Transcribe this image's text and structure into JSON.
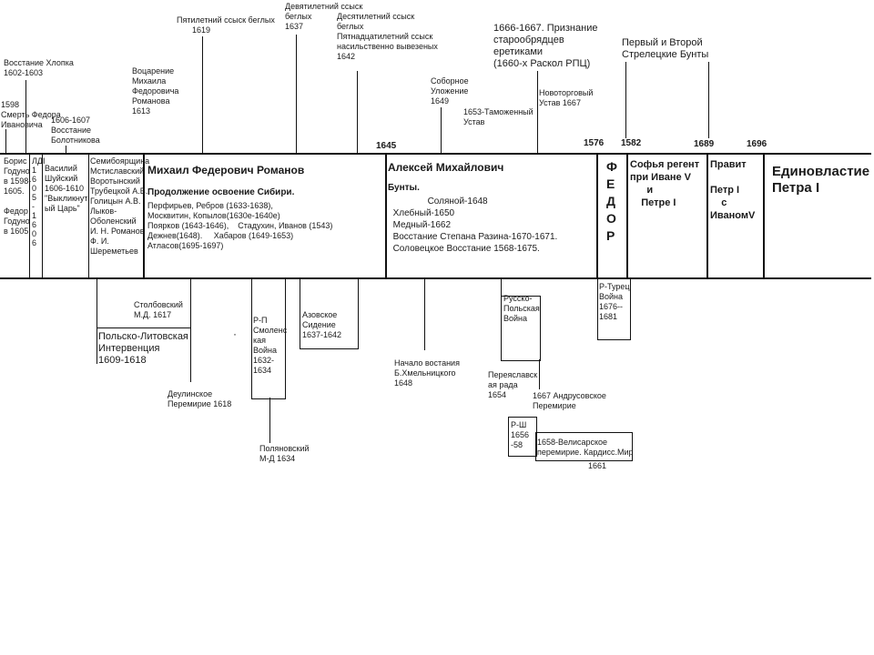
{
  "top_events": {
    "uprising_khlopko": "Восстание Хлопка\n1602-1603",
    "death_fedor": "1598\nСмерть Федора\nИвановича",
    "bolotnikov": "1606-1607\nВосстание\nБолотникова",
    "mikhail_accession": "Воцарение\nМихаила\nФедоровича\nРоманова\n1613",
    "five_year_search": "Пятилетний ссыск беглых",
    "five_year_year": "1619",
    "nine_year_search": "Девятилетний ссыск\nбеглых\n1637",
    "ten_year_search": "Десятилетний ссыск\nбеглых\nПятнадцатилетний ссыск\nнасильственно вывезеных\n1642",
    "sobornoe": "Соборное\nУложение\n1649",
    "customs": "1653-Таможенный\nУстав",
    "trade_charter": "Новоторговый\nУстав 1667",
    "old_believers": "1666-1667. Признание\nстарообрядцев\nеретиками\n(1660-х Раскол РПЦ)",
    "streltsy": "Первый и Второй\nСтрелецкие Бунты"
  },
  "years_on_axis": {
    "y1645": "1645",
    "y1676": "1576",
    "y1682": "1582",
    "y1689": "1689",
    "y1696": "1696"
  },
  "band": {
    "boris": "Борис\nГодуно\nв 1598-\n1605.\n\nФедор\nГодуно\nв 1605",
    "false_dmitry": "ЛДI\n1\n6\n0\n5\n-\n1\n6\n0\n6",
    "shuisky": "Василий\nШуйский\n1606-1610\n\"Выкликнут\nый Царь\"",
    "seven_boyars": "Семибоярщина\nМстиславский\nВоротынский\nТрубецкой А.В.\nГолицын А.В.\nЛыков-\nОболенский\nИ. Н. Романов\nФ. И.\nШереметьев",
    "mikhail_title": "Михаил Федерович Романов",
    "mikhail_sub": "Продолжение освоение Сибири.",
    "mikhail_list": "Перфирьев, Ребров (1633-1638),\nМосквитин, Копылов(1630е-1640е)\nПоярков (1643-1646),    Стадухин, Иванов (1543)\nДежнев(1648).     Хабаров (1649-1653)\nАтласов(1695-1697)",
    "alexei_title": "Алексей Михайлович",
    "alexei_riots_label": "Бунты.",
    "alexei_riots": "Соляной-1648\nХлебный-1650\nМедный-1662\nВосстание Степана Разина-1670-1671.\nСоловецкое Восстание 1568-1675.",
    "fedor": "Ф\nЕ\nД\nО\nР",
    "sofia": "Софья регент\nпри Иване V\n      и\n    Петре I",
    "pravit": "Правит\n\nПетр I\n    с\nИваномV",
    "peter": "Единовластие\nПетра I"
  },
  "bottom_events": {
    "stolbovo": "Столбовский\nМ.Д. 1617",
    "polish_intervention": "Польско-Литовская\nИнтервенция\n1609-1618",
    "deulino": "Деулинское\nПеремирие 1618",
    "smolensk_war": "Р-П\nСмоленс\nкая\nВойна\n1632-\n1634",
    "polyanovka": "Поляновский\nМ-Д 1634",
    "azov": "Азовское\nСидение\n1637-1642",
    "khmelnitsky": "Начало востания\nБ.Хмельницкого\n1648",
    "russo_polish": "Русско-\nПольская\nВойна",
    "pereyaslav": "Переяславск\nая рада\n1654",
    "andrusovo": "1667 Андрусовское\nПеремирие",
    "russo_swedish": "Р-Ш\n1656\n-58",
    "valiesar": "1658-Велисарское\nперемирие. Кардисс.Мир",
    "valiesar_year": "1661",
    "russo_turkish": "Р-Турец\nВойна\n1676--\n1681",
    "dot": "·"
  }
}
